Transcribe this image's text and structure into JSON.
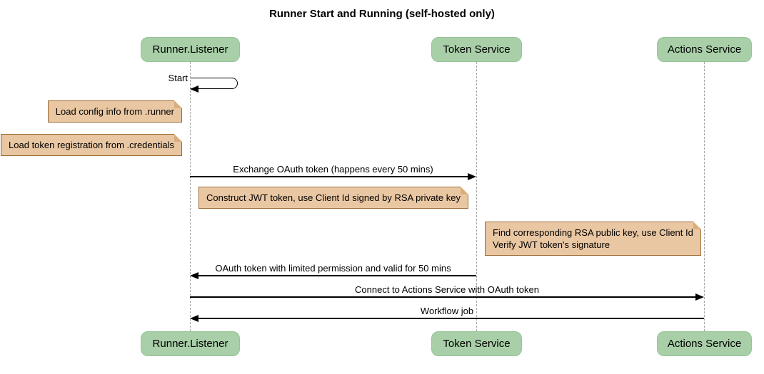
{
  "title": "Runner Start and Running (self-hosted only)",
  "participants": [
    {
      "name": "Runner.Listener"
    },
    {
      "name": "Token Service"
    },
    {
      "name": "Actions Service"
    }
  ],
  "self_message": {
    "label": "Start",
    "on": "Runner.Listener"
  },
  "notes": [
    {
      "text": "Load config info from .runner"
    },
    {
      "text": "Load token registration from .credentials"
    },
    {
      "text": "Construct JWT token, use Client Id signed by RSA private key"
    },
    {
      "text": "Find corresponding RSA public key, use Client Id\nVerify JWT token's signature"
    }
  ],
  "messages": [
    {
      "label": "Exchange OAuth token (happens every 50 mins)",
      "from": "Runner.Listener",
      "to": "Token Service"
    },
    {
      "label": "OAuth token with limited permission and valid for 50 mins",
      "from": "Token Service",
      "to": "Runner.Listener"
    },
    {
      "label": "Connect to Actions Service with OAuth token",
      "from": "Runner.Listener",
      "to": "Actions Service"
    },
    {
      "label": "Workflow job",
      "from": "Actions Service",
      "to": "Runner.Listener"
    }
  ],
  "colors": {
    "background": "#ffffff",
    "participant_fill": "#a8cfa8",
    "note_fill": "#e9c7a3",
    "note_border": "#9c6b35",
    "lifeline": "#a6a6a6",
    "arrow": "#000000",
    "text": "#000000"
  }
}
